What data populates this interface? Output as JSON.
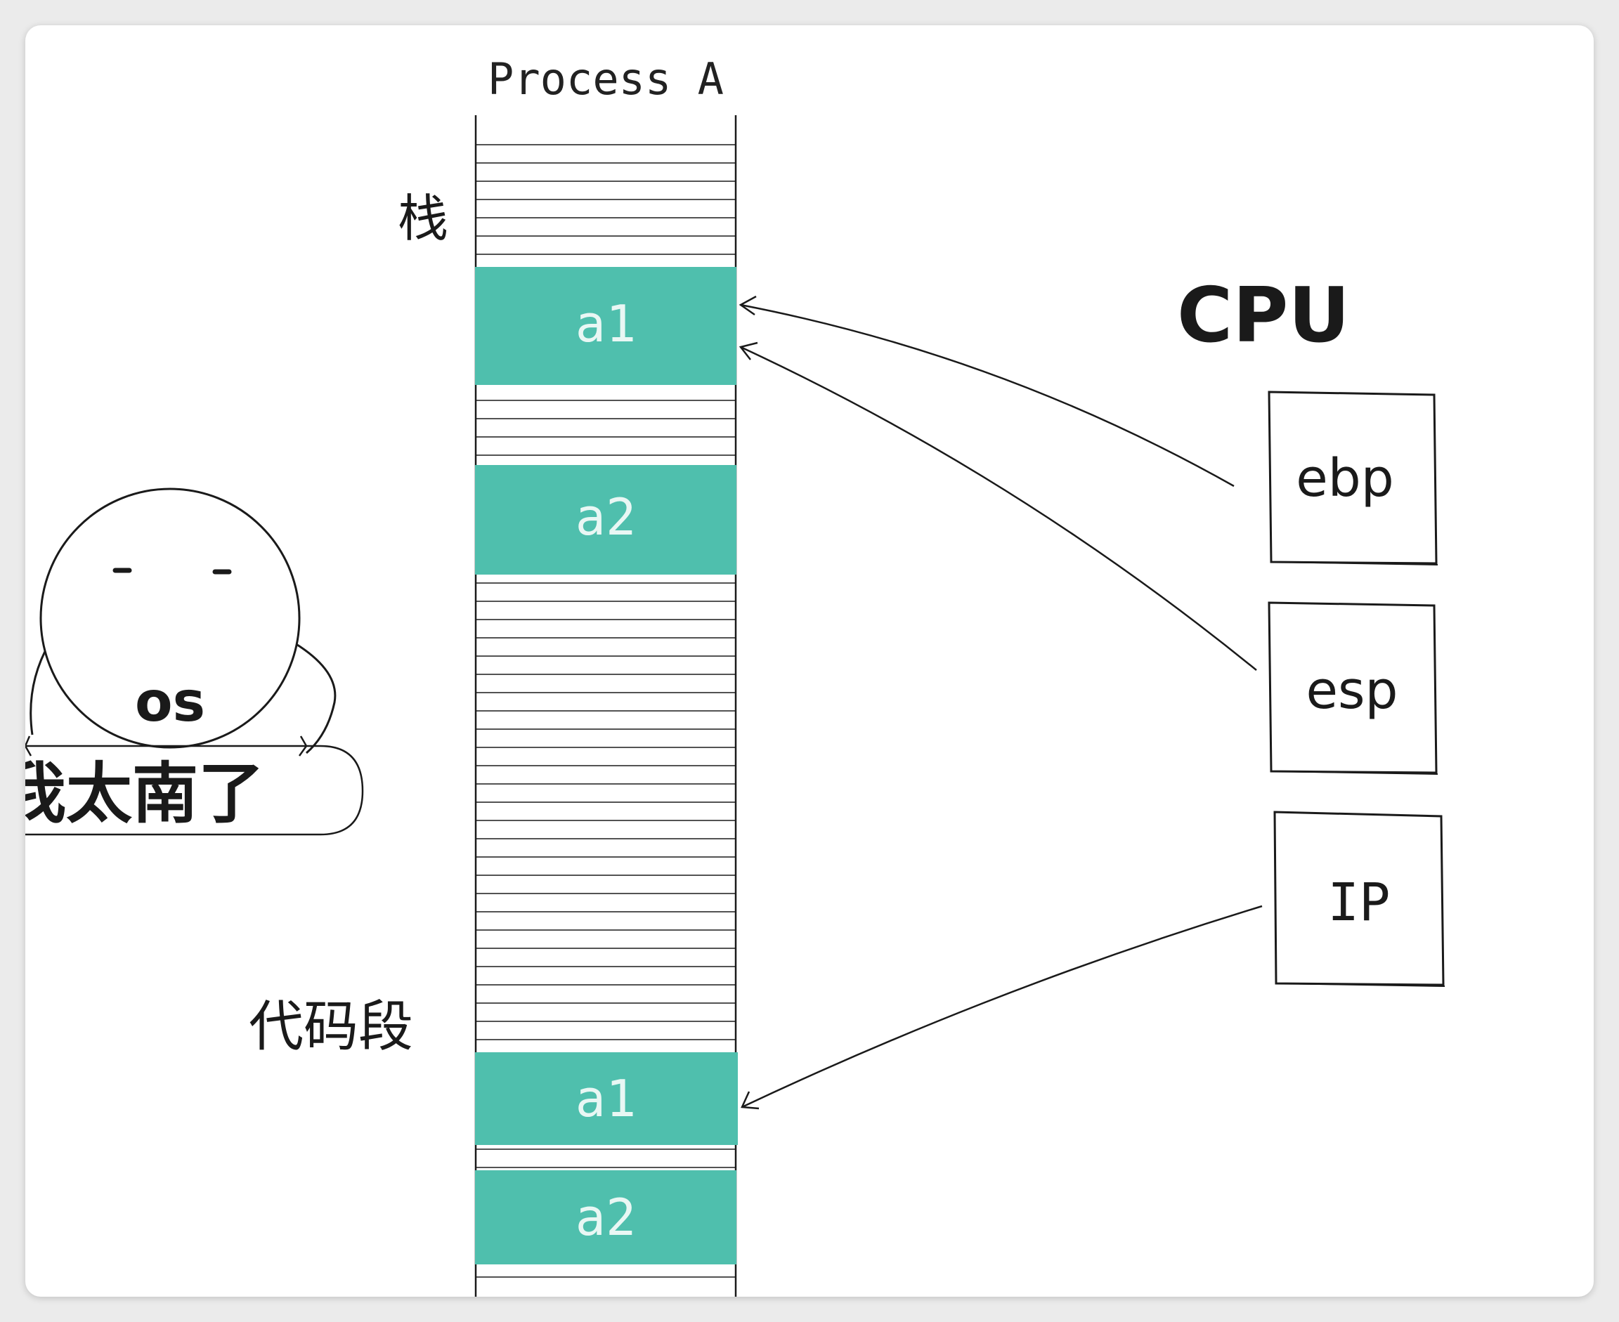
{
  "title": "Process A",
  "labels": {
    "stack": "栈",
    "code_segment": "代码段",
    "cpu": "CPU"
  },
  "blocks": [
    {
      "id": "stack-a1",
      "label": "a1",
      "region": "stack"
    },
    {
      "id": "stack-a2",
      "label": "a2",
      "region": "stack"
    },
    {
      "id": "code-a1",
      "label": "a1",
      "region": "code"
    },
    {
      "id": "code-a2",
      "label": "a2",
      "region": "code"
    }
  ],
  "registers": [
    {
      "id": "ebp",
      "label": "ebp"
    },
    {
      "id": "esp",
      "label": "esp"
    },
    {
      "id": "ip",
      "label": "IP"
    }
  ],
  "arrows": [
    {
      "from": "ebp",
      "to": "stack-a1"
    },
    {
      "from": "esp",
      "to": "stack-a1"
    },
    {
      "from": "ip",
      "to": "code-a1"
    }
  ],
  "mascot": {
    "name": "os",
    "speech": "我太南了"
  },
  "colors": {
    "block_fill": "#4fbfad",
    "block_text": "#e9f7f4",
    "ink": "#1a1a1a"
  }
}
